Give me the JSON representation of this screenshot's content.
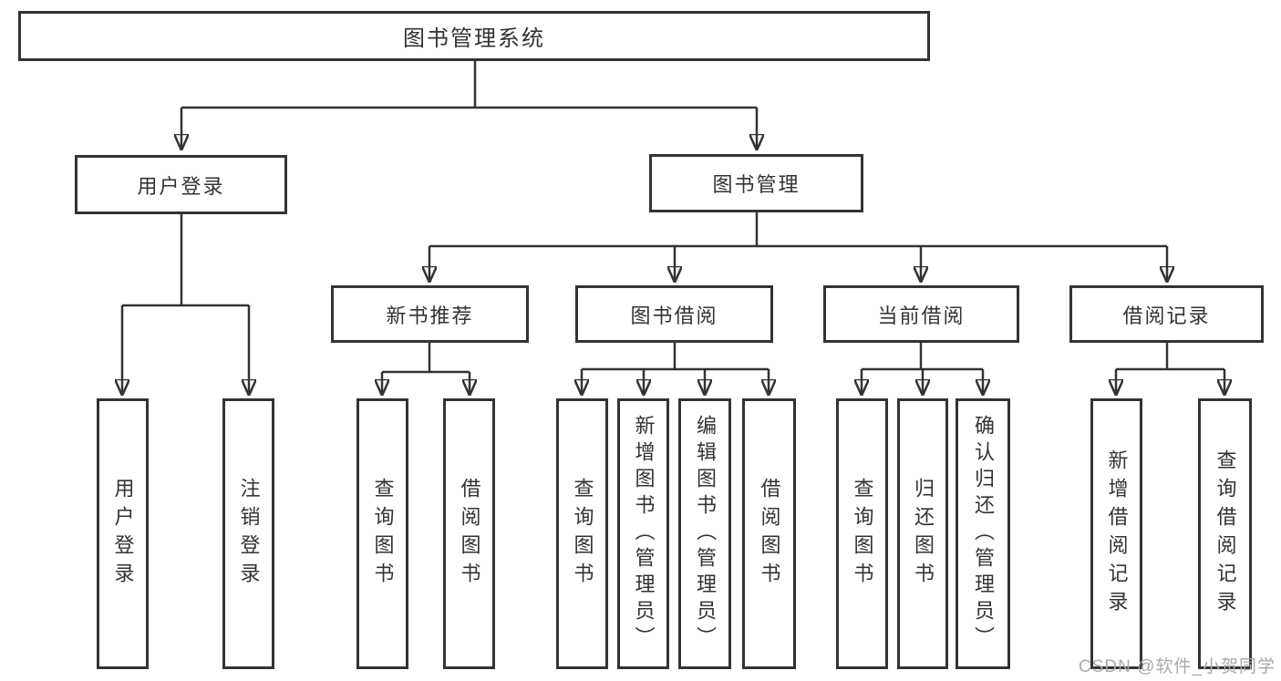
{
  "nodes": {
    "root": "图书管理系统",
    "user_login": {
      "label": "用户登录",
      "children": [
        "用户登录",
        "注销登录"
      ]
    },
    "book_mgmt": {
      "label": "图书管理"
    },
    "sections": [
      {
        "label": "新书推荐",
        "children": [
          "查询图书",
          "借阅图书"
        ]
      },
      {
        "label": "图书借阅",
        "children": [
          "查询图书",
          "新增图书（管理员）",
          "编辑图书（管理员）",
          "借阅图书"
        ]
      },
      {
        "label": "当前借阅",
        "children": [
          "查询图书",
          "归还图书",
          "确认归还（管理员）"
        ]
      },
      {
        "label": "借阅记录",
        "children": [
          "新增借阅记录",
          "查询借阅记录"
        ]
      }
    ]
  },
  "watermark": "CSDN @软件_小贺同学",
  "colors": {
    "line": "#333333",
    "text": "#333333",
    "box_background": "#ffffff",
    "watermark": "#aaaaaa"
  }
}
